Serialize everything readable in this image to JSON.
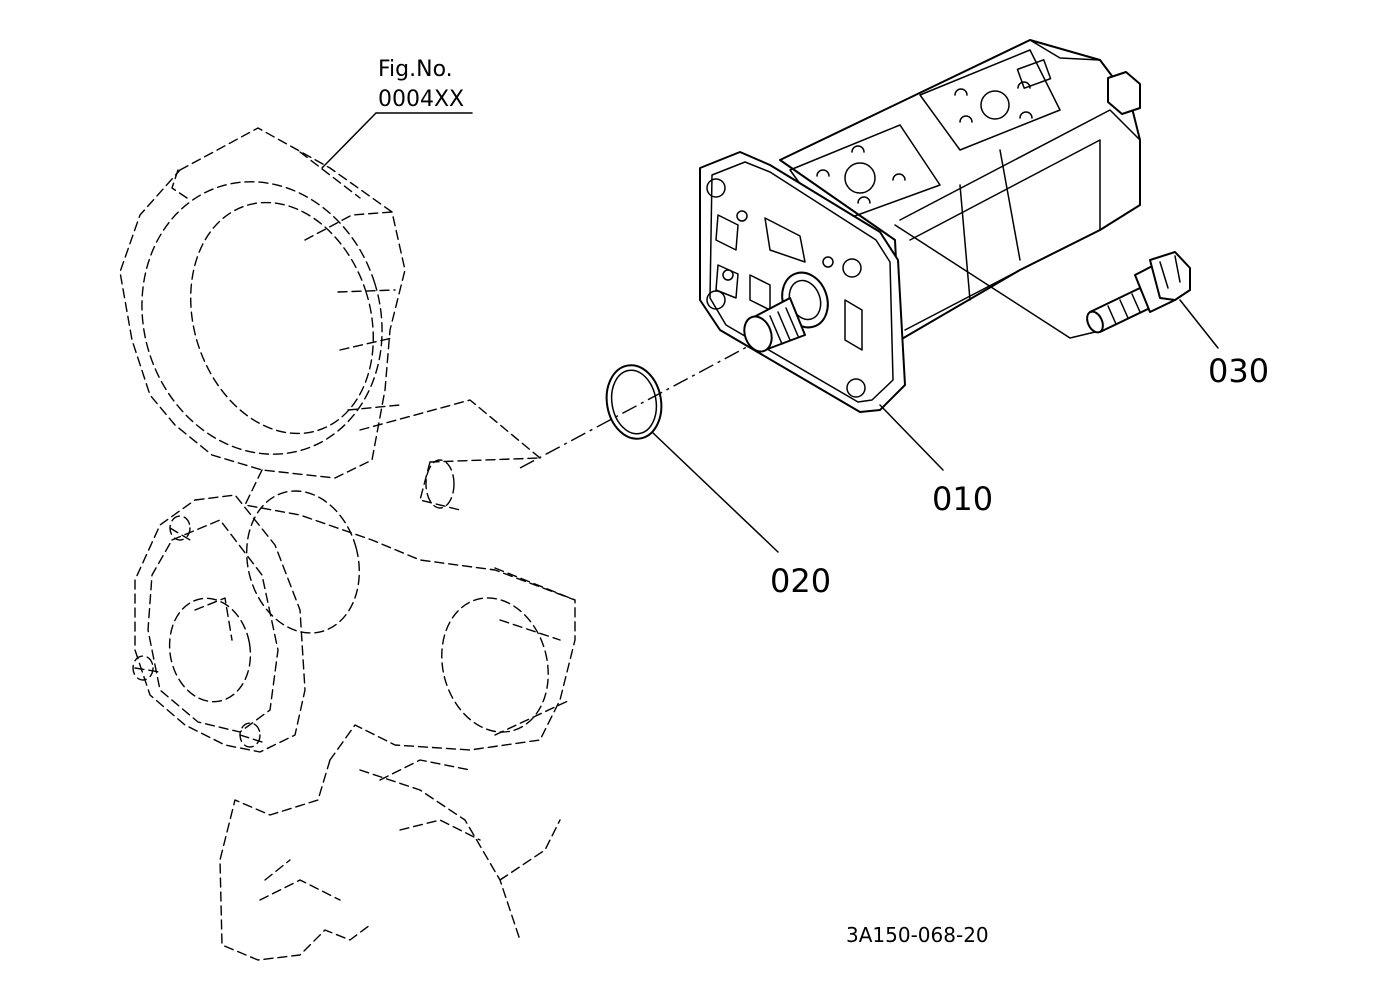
{
  "figure_ref": {
    "line1": "Fig.No.",
    "line2": "0004XX"
  },
  "parts": [
    {
      "number": "010",
      "icon": "hydraulic-pump-icon"
    },
    {
      "number": "020",
      "icon": "o-ring-icon"
    },
    {
      "number": "030",
      "icon": "hose-fitting-icon"
    }
  ],
  "drawing_code": "3A150-068-20",
  "colors": {
    "line": "#000000",
    "background": "#ffffff"
  }
}
